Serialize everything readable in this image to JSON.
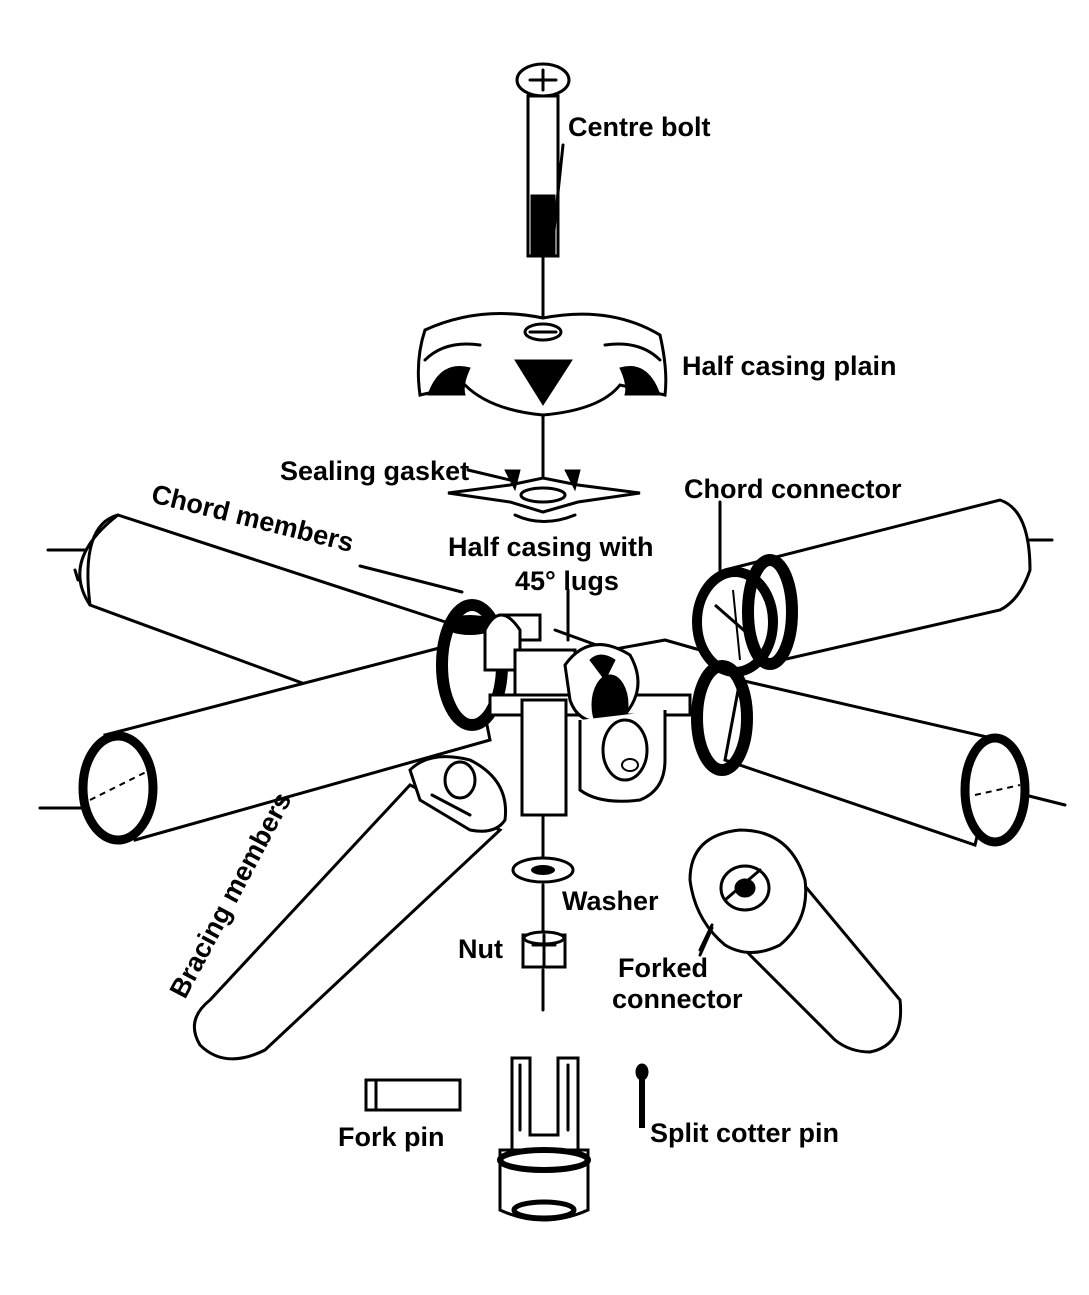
{
  "labels": {
    "centre_bolt": "Centre bolt",
    "half_casing_plain": "Half casing plain",
    "sealing_gasket": "Sealing gasket",
    "chord_connector": "Chord connector",
    "chord_members": "Chord members",
    "half_casing_lugs_line1": "Half casing with",
    "half_casing_lugs_line2": "45° lugs",
    "bracing_members": "Bracing members",
    "washer": "Washer",
    "nut": "Nut",
    "forked_connector_line1": "Forked",
    "forked_connector_line2": "connector",
    "fork_pin": "Fork pin",
    "split_cotter_pin": "Split cotter pin"
  }
}
